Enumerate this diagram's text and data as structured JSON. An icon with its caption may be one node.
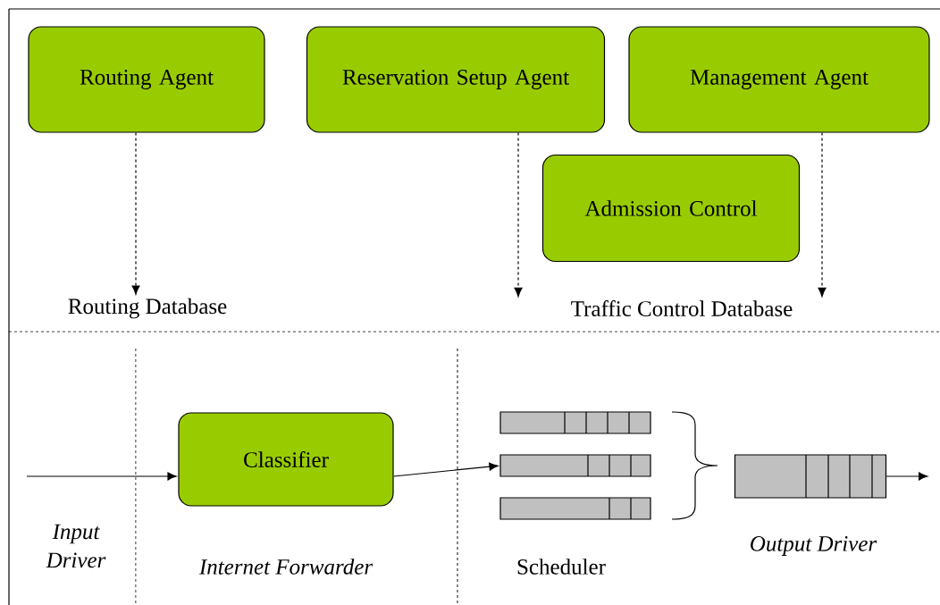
{
  "diagram": {
    "nodes": [
      {
        "text": [
          "Routing Agent"
        ]
      },
      {
        "text": [
          "Reservation Setup Agent"
        ]
      },
      {
        "text": [
          "Management Agent"
        ]
      },
      {
        "text": [
          "Admission Control"
        ]
      },
      {
        "text": [
          "Routing Database"
        ]
      },
      {
        "text": [
          "Traffic Control Database"
        ]
      },
      {
        "text": [
          "Classifier"
        ]
      },
      {
        "text": [],
        "shape": "bar"
      },
      {
        "text": [],
        "shape": "bar"
      },
      {
        "text": [],
        "shape": "bar"
      },
      {
        "text": [],
        "shape": "bar"
      }
    ],
    "edges": [
      {
        "from": 0,
        "to": 4,
        "arrow": "to",
        "style": "dashed"
      },
      {
        "from": 1,
        "to": 5,
        "arrow": "to",
        "style": "dashed"
      },
      {
        "from": 2,
        "to": 5,
        "arrow": "to",
        "style": "dashed"
      },
      {
        "from": null,
        "to": 6,
        "arrow": "to"
      },
      {
        "from": 6,
        "to": 8,
        "arrow": "to"
      },
      {
        "from": 10,
        "to": null,
        "arrow": "to"
      }
    ],
    "labels": [
      "Input Driver",
      "Internet Forwarder",
      "Scheduler",
      "Output Driver"
    ]
  }
}
